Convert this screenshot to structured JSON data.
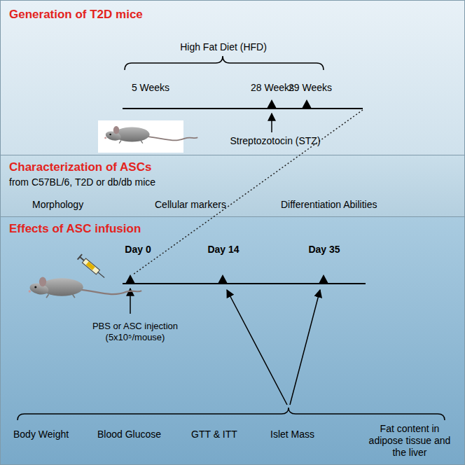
{
  "diagram": {
    "nodes": [
      {
        "text": [
          "Generation of T2D mice",
          "High Fat Diet (HFD)",
          "5 Weeks",
          "28 Weeks",
          "29 Weeks",
          "Streptozotocin (STZ)"
        ]
      },
      {
        "text": [
          "Characterization of ASCs",
          "from C57BL/6, T2D or db/db mice",
          "Morphology",
          "Cellular markers",
          "Differentiation Abilities"
        ]
      },
      {
        "text": [
          "Effects of ASC infusion",
          "Day 0",
          "Day 14",
          "Day 35",
          "PBS or ASC injection (5x10⁵/mouse)",
          "Body Weight",
          "Blood Glucose",
          "GTT & ITT",
          "Islet Mass",
          "Fat content in adipose tissue and the liver"
        ]
      }
    ]
  }
}
